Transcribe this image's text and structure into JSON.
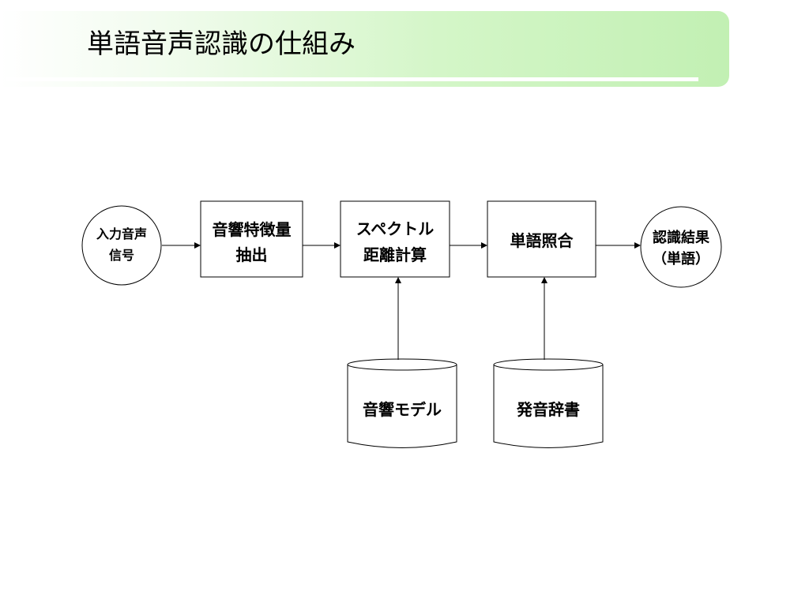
{
  "slide": {
    "title": "単語音声認識の仕組み"
  },
  "nodes": {
    "input_signal": {
      "line1": "入力音声",
      "line2": "信号"
    },
    "feature_extraction": {
      "line1": "音響特徴量",
      "line2": "抽出"
    },
    "spectral_distance": {
      "line1": "スペクトル",
      "line2": "距離計算"
    },
    "word_matching": {
      "line1": "単語照合"
    },
    "result": {
      "line1": "認識結果",
      "line2": "（単語）"
    },
    "acoustic_model": {
      "line1": "音響モデル"
    },
    "pronunciation_dictionary": {
      "line1": "発音辞書"
    }
  },
  "colors": {
    "title_band_start": "#ffffff",
    "title_band_end": "#c2f0b3",
    "stroke": "#000000"
  }
}
